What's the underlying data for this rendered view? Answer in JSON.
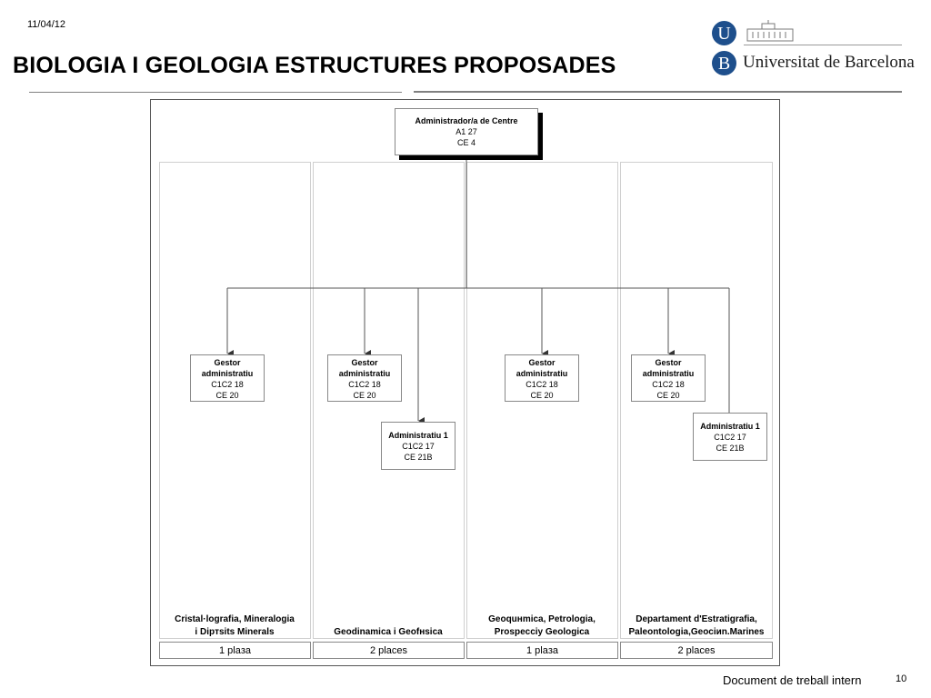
{
  "header": {
    "date": "11/04/12",
    "title": "BIOLOGIA I GEOLOGIA ESTRUCTURES PROPOSADES"
  },
  "logo": {
    "badge_top": "U",
    "badge_bottom": "B",
    "university_name": "Universitat de Barcelona",
    "color": "#1e4f8c"
  },
  "org": {
    "root": {
      "title": "Administrador/a de Centre",
      "line1": "A1 27",
      "line2": "CE 4"
    },
    "gestor": {
      "title1": "Gestor",
      "title2": "administratiu",
      "line1": "C1C2 18",
      "line2": "CE 20"
    },
    "administratiu": {
      "title": "Administratiu 1",
      "line1": "C1C2 17",
      "line2": "CE 21B"
    },
    "departments": [
      {
        "line1": "Cristal·lografia, Mineralogia",
        "line2": "i Dipтsits Minerals",
        "places": "1 plaзa"
      },
      {
        "line1": "",
        "line2": "Geodinamica i Geofнsica",
        "places": "2 places"
      },
      {
        "line1": "Geoquнmica, Petrologia,",
        "line2": "Prospecciу Geologica",
        "places": "1 plaзa"
      },
      {
        "line1": "Departament d'Estratigrafia,",
        "line2": "Paleontologia,Geociиn.Marines",
        "places": "2 places"
      }
    ]
  },
  "footer": {
    "text": "Document de treball intern",
    "page": "10"
  }
}
